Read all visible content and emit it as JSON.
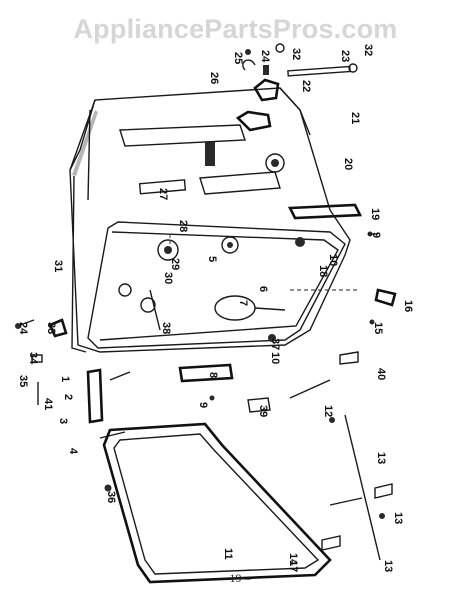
{
  "watermark": "AppliancePartsPros.com",
  "page_number": "– 19 –",
  "callouts": [
    "1",
    "2",
    "3",
    "4",
    "5",
    "6",
    "7",
    "8",
    "9",
    "9",
    "10",
    "10",
    "11",
    "12",
    "13",
    "13",
    "13",
    "14",
    "15",
    "16",
    "17",
    "18",
    "19",
    "20",
    "21",
    "22",
    "23",
    "24",
    "24",
    "25",
    "26",
    "27",
    "28",
    "29",
    "30",
    "31",
    "32",
    "32",
    "33",
    "34",
    "35",
    "36",
    "37",
    "38",
    "39",
    "40",
    "41"
  ]
}
